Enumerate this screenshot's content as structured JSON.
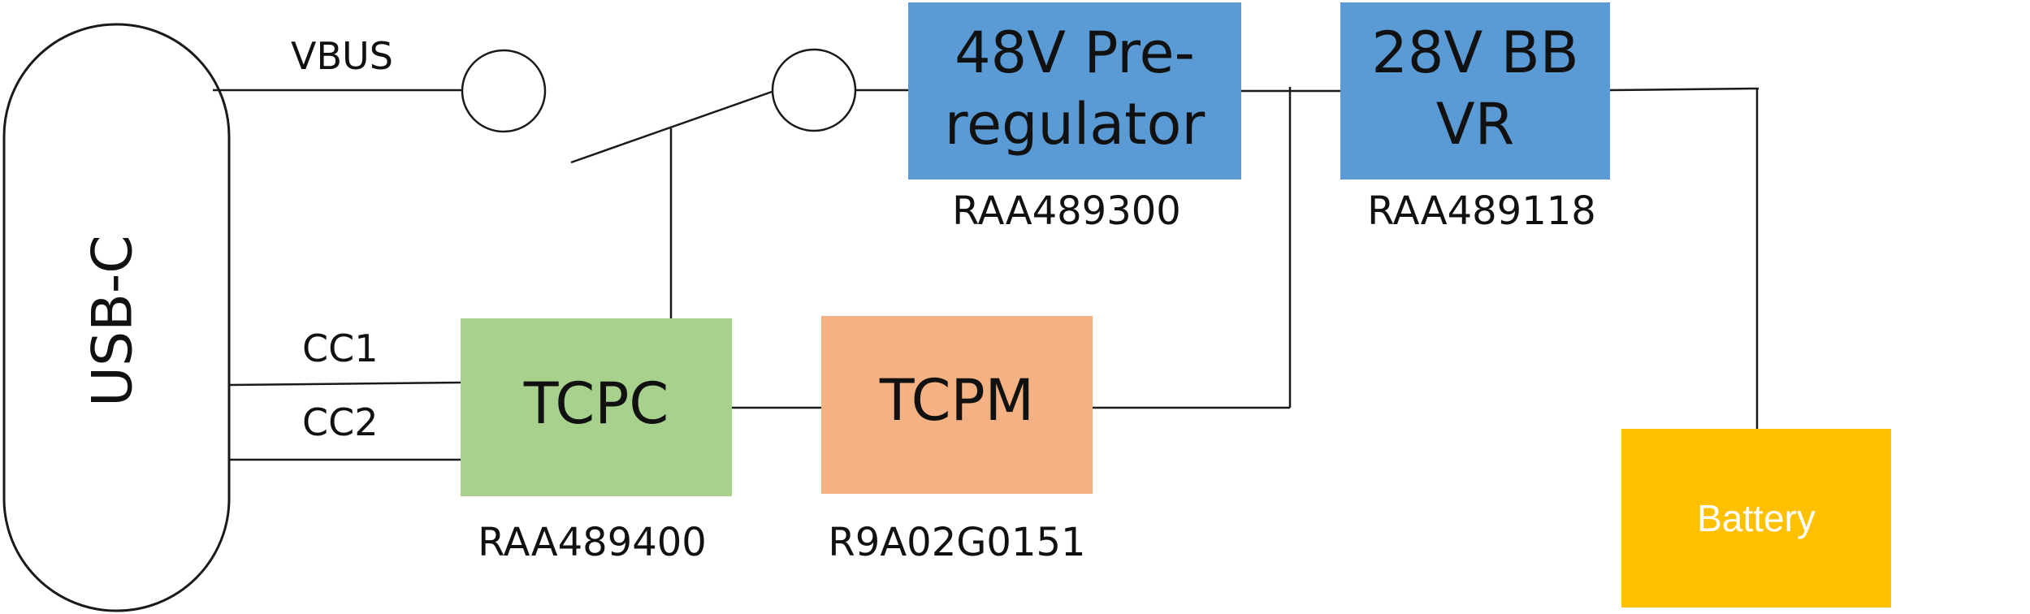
{
  "connector": {
    "label": "USB-C"
  },
  "signals": {
    "vbus": "VBUS",
    "cc1": "CC1",
    "cc2": "CC2"
  },
  "blocks": {
    "prereg": {
      "line1": "48V Pre-",
      "line2": "regulator",
      "part": "RAA489300",
      "color": "#5b9bd5"
    },
    "bbvr": {
      "line1": "28V BB",
      "line2": "VR",
      "part": "RAA489118",
      "color": "#5b9bd5"
    },
    "tcpc": {
      "label": "TCPC",
      "part": "RAA489400",
      "color": "#a9d18e"
    },
    "tcpm": {
      "label": "TCPM",
      "part": "R9A02G0151",
      "color": "#f4b183"
    },
    "battery": {
      "label": "Battery",
      "color": "#ffc000"
    }
  }
}
